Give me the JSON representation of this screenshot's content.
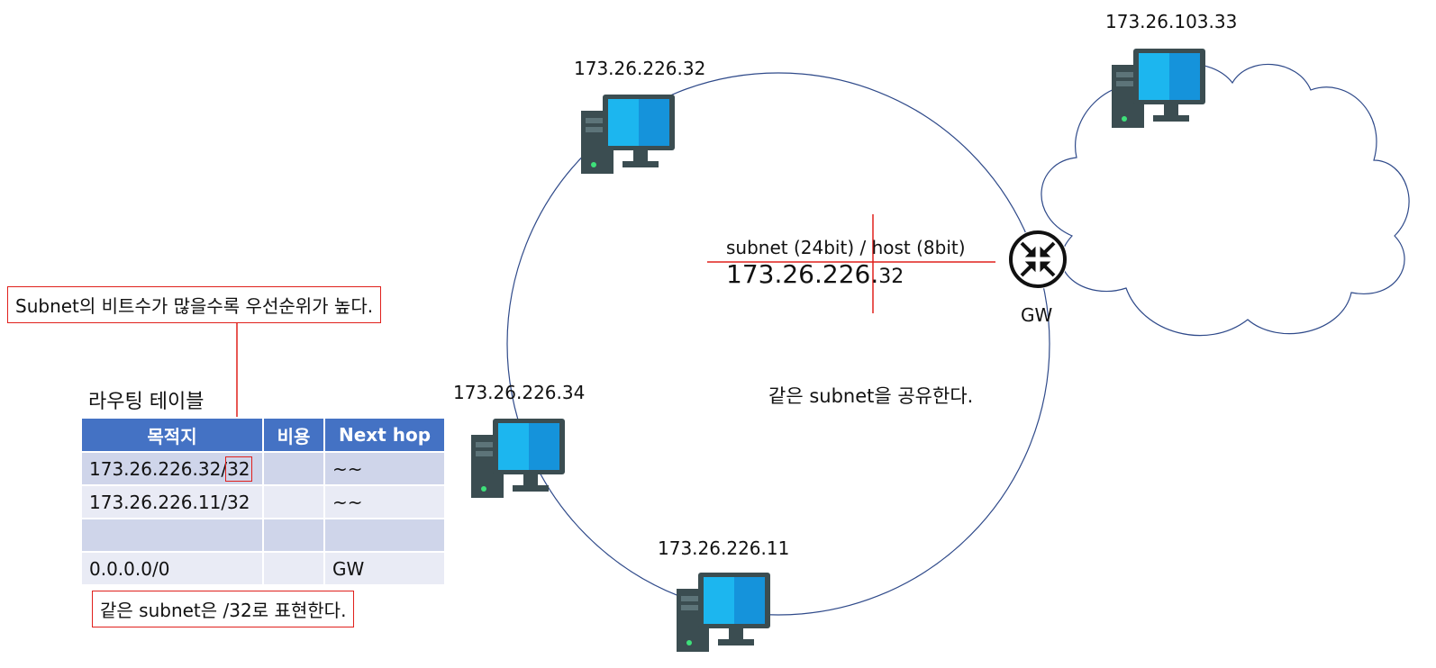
{
  "hosts": {
    "top": "173.26.226.32",
    "left": "173.26.226.34",
    "bottom": "173.26.226.11",
    "remote": "173.26.103.33"
  },
  "gateway": {
    "label": "GW"
  },
  "center": {
    "subnet_host": "subnet (24bit) / host (8bit)",
    "ip_prefix": "173.26.226.",
    "ip_host": "32",
    "shared_note": "같은 subnet을 공유한다."
  },
  "notes": {
    "priority": "Subnet의 비트수가 많을수록 우선순위가 높다.",
    "same_subnet": "같은 subnet은 /32로 표현한다."
  },
  "routing_table": {
    "title": "라우팅 테이블",
    "headers": {
      "dest": "목적지",
      "cost": "비용",
      "next_hop": "Next hop"
    },
    "rows": [
      {
        "dest_prefix": "173.26.226.32/",
        "dest_mask": "32",
        "cost": "",
        "next_hop": "~~"
      },
      {
        "dest": "173.26.226.11/32",
        "cost": "",
        "next_hop": "~~"
      },
      {
        "dest": "",
        "cost": "",
        "next_hop": ""
      },
      {
        "dest": "0.0.0.0/0",
        "cost": "",
        "next_hop": "GW"
      }
    ]
  },
  "colors": {
    "accent_red": "#e0201c",
    "table_header": "#4472c4",
    "monitor_blue": "#1aa3e8",
    "network_line": "#2f4a8a"
  }
}
